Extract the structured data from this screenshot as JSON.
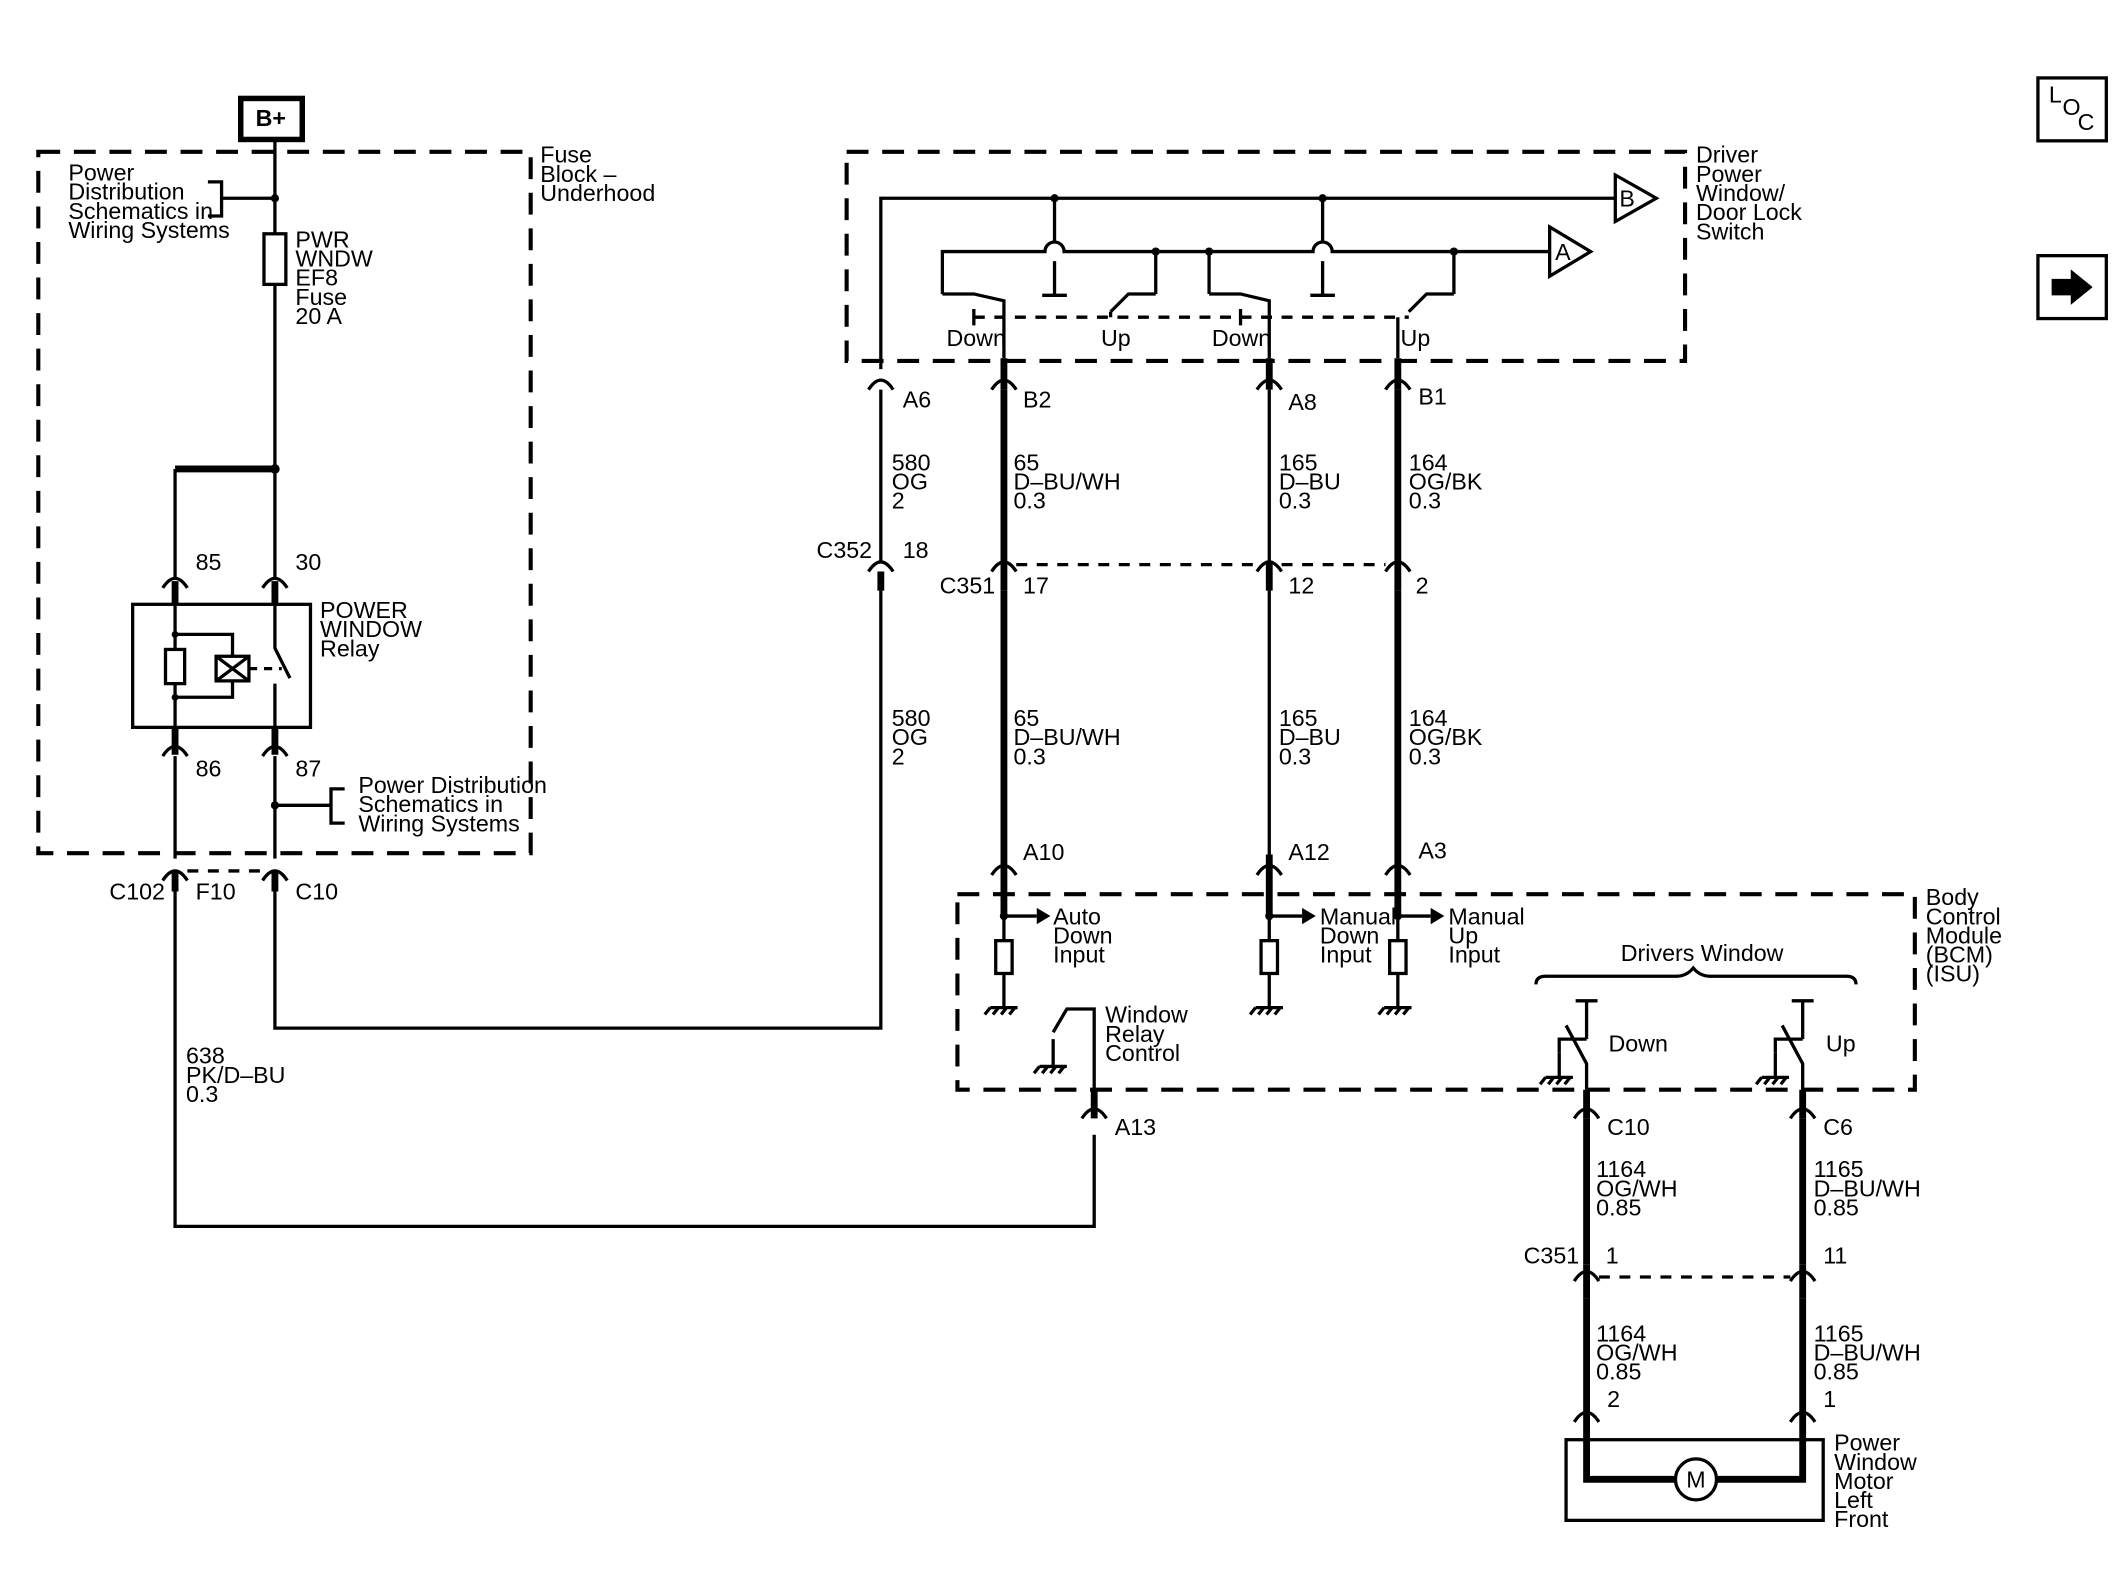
{
  "nav": {
    "loc_l": "L",
    "loc_o": "O",
    "loc_c": "C",
    "next_arrow": "arrow-right-icon"
  },
  "power": {
    "b_plus": "B+"
  },
  "fuse_block": {
    "name": [
      "Fuse",
      "Block –",
      "Underhood"
    ],
    "ref_top": [
      "Power",
      "Distribution",
      "Schematics in",
      "Wiring Systems"
    ],
    "fuse": [
      "PWR",
      "WNDW",
      "EF8",
      "Fuse",
      "20 A"
    ],
    "relay": [
      "POWER",
      "WINDOW",
      "Relay"
    ],
    "pins": {
      "p85": "85",
      "p30": "30",
      "p86": "86",
      "p87": "87"
    },
    "ref_bottom": [
      "Power Distribution",
      "Schematics in",
      "Wiring Systems"
    ]
  },
  "c102": {
    "name": "C102",
    "pin_f10": "F10",
    "pin_c10": "C10"
  },
  "wire_638": [
    "638",
    "PK/D–BU",
    "0.3"
  ],
  "switch": {
    "name": [
      "Driver",
      "Power",
      "Window/",
      "Door Lock",
      "Switch"
    ],
    "offpage_b": "B",
    "offpage_a": "A",
    "labels": [
      "Down",
      "Up",
      "Down",
      "Up"
    ],
    "pins": {
      "a6": "A6",
      "b2": "B2",
      "a8": "A8",
      "b1": "B1"
    }
  },
  "wires": {
    "w580": [
      "580",
      "OG",
      "2"
    ],
    "w65": [
      "65",
      "D–BU/WH",
      "0.3"
    ],
    "w165": [
      "165",
      "D–BU",
      "0.3"
    ],
    "w164": [
      "164",
      "OG/BK",
      "0.3"
    ],
    "w1164": [
      "1164",
      "OG/WH",
      "0.85"
    ],
    "w1165": [
      "1165",
      "D–BU/WH",
      "0.85"
    ]
  },
  "c352": {
    "name": "C352",
    "pin": "18"
  },
  "c351_upper": {
    "name": "C351",
    "p17": "17",
    "p12": "12",
    "p2": "2"
  },
  "bcm": {
    "name": [
      "Body",
      "Control",
      "Module",
      "(BCM)",
      "(ISU)"
    ],
    "pins": {
      "a10": "A10",
      "a12": "A12",
      "a3": "A3",
      "a13": "A13",
      "c10": "C10",
      "c6": "C6"
    },
    "auto_down": [
      "Auto",
      "Down",
      "Input"
    ],
    "manual_down": [
      "Manual",
      "Down",
      "Input"
    ],
    "manual_up": [
      "Manual",
      "Up",
      "Input"
    ],
    "relay_control": [
      "Window",
      "Relay",
      "Control"
    ],
    "drivers_window": "Drivers Window",
    "down": "Down",
    "up": "Up"
  },
  "c351_lower": {
    "name": "C351",
    "p1": "1",
    "p11": "11"
  },
  "motor": {
    "name": [
      "Power",
      "Window",
      "Motor",
      "Left",
      "Front"
    ],
    "symbol": "M",
    "pin2": "2",
    "pin1": "1"
  }
}
